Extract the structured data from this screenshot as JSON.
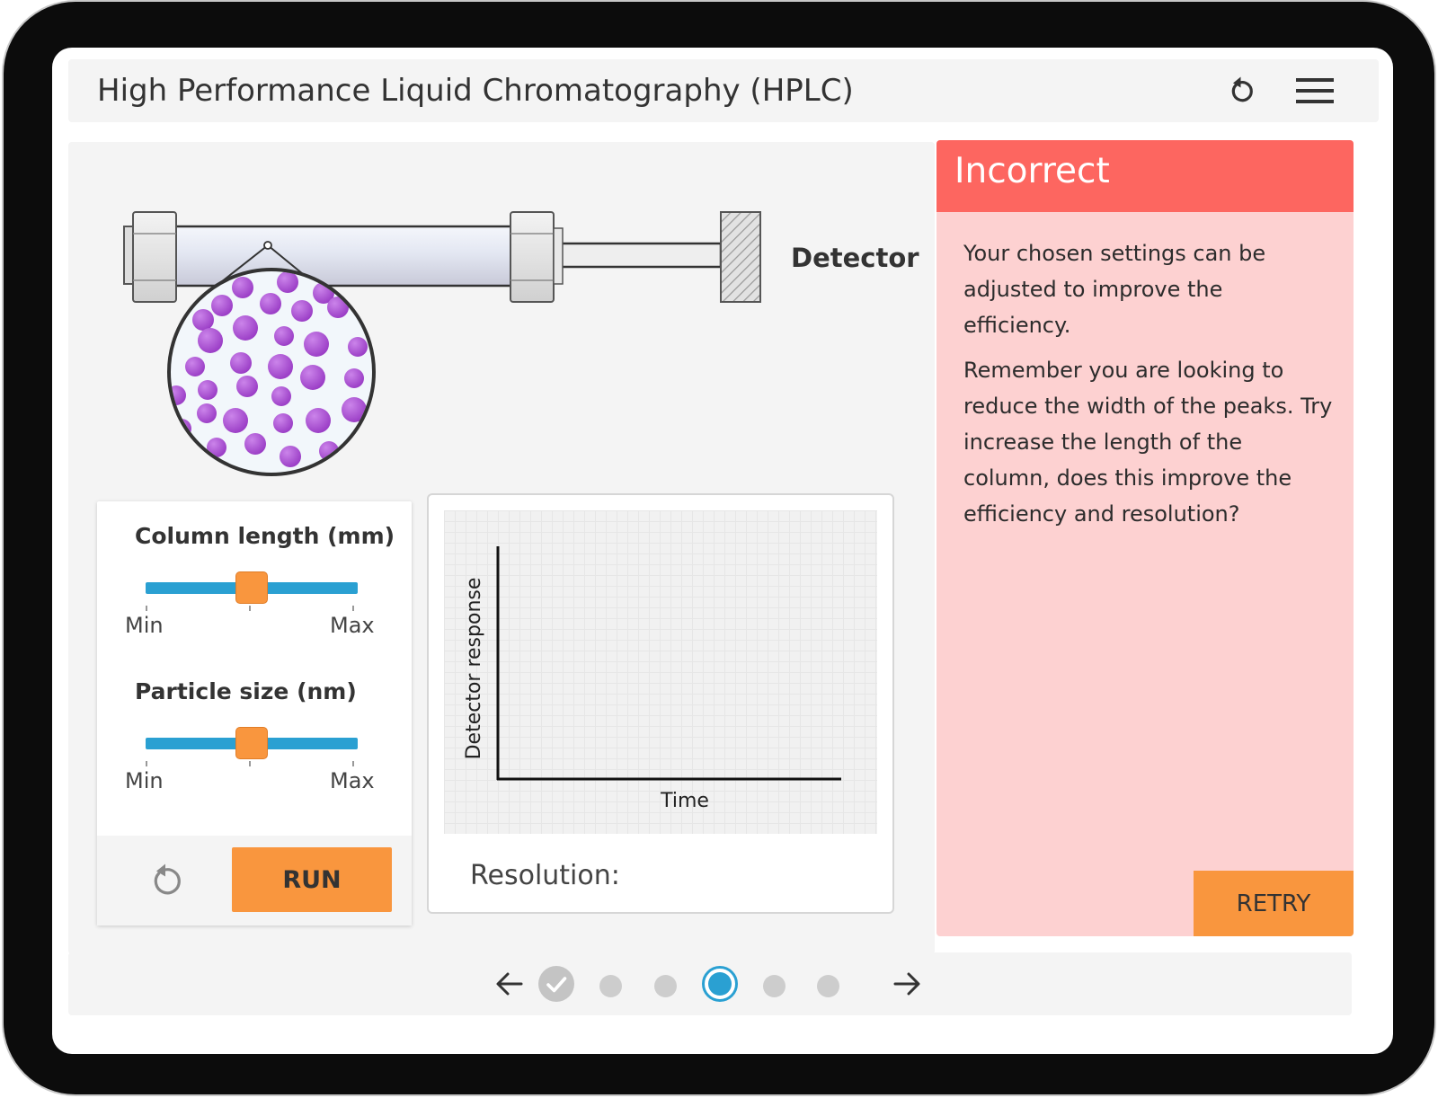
{
  "header": {
    "title": "High Performance Liquid Chromatography (HPLC)",
    "reset_icon": "restart-icon",
    "menu_icon": "hamburger-menu-icon"
  },
  "apparatus": {
    "detector_label": "Detector",
    "particle_color": "#a449cf"
  },
  "controls": {
    "column_length": {
      "label": "Column length (mm)",
      "min_label": "Min",
      "max_label": "Max",
      "value_fraction": 0.5
    },
    "particle_size": {
      "label": "Particle size (nm)",
      "min_label": "Min",
      "max_label": "Max",
      "value_fraction": 0.5
    },
    "run_label": "RUN",
    "reset_icon": "reset-icon"
  },
  "graph": {
    "ylabel": "Detector response",
    "xlabel": "Time",
    "resolution_label": "Resolution:"
  },
  "feedback": {
    "title": "Incorrect",
    "paragraphs": [
      "Your chosen settings can be adjusted to improve the efficiency.",
      "Remember you are looking to reduce the width of the peaks. Try increase the length of the column, does this improve the efficiency and resolution?"
    ],
    "retry_label": "RETRY"
  },
  "pagination": {
    "total": 6,
    "current": 4,
    "completed": [
      1
    ],
    "prev_icon": "arrow-left-icon",
    "next_icon": "arrow-right-icon"
  },
  "colors": {
    "accent_orange": "#f9963e",
    "slider_blue": "#2aa0d2",
    "incorrect_red": "#fd6660",
    "incorrect_bg": "#fdd1d1",
    "active_dot": "#2aa0d2"
  }
}
